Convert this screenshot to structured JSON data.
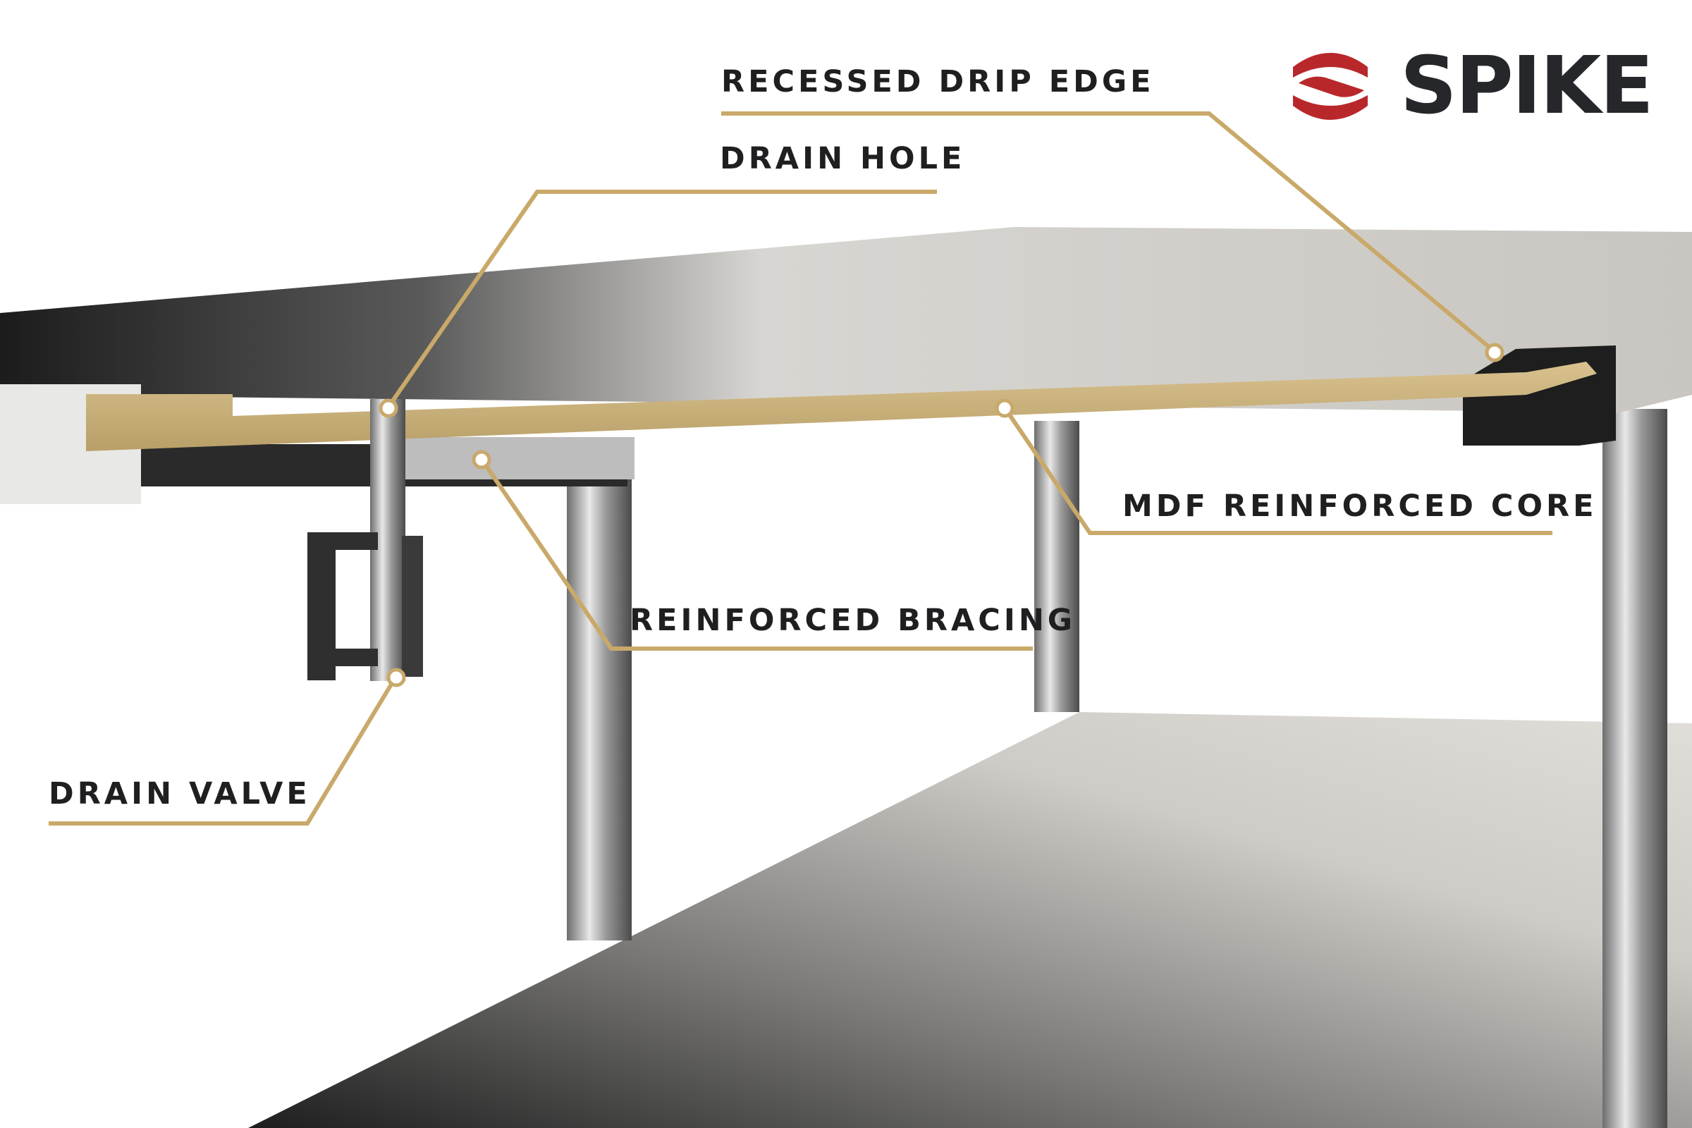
{
  "brand": {
    "name": "SPIKE",
    "icon": "spike-logo-icon",
    "logo_color": "#b8282b",
    "text_color": "#25272a"
  },
  "callout_color": "#c9a96a",
  "callouts": [
    {
      "label": "RECESSED DRIP EDGE"
    },
    {
      "label": "DRAIN HOLE"
    },
    {
      "label": "MDF REINFORCED CORE"
    },
    {
      "label": "REINFORCED BRACING"
    },
    {
      "label": "DRAIN VALVE"
    }
  ]
}
